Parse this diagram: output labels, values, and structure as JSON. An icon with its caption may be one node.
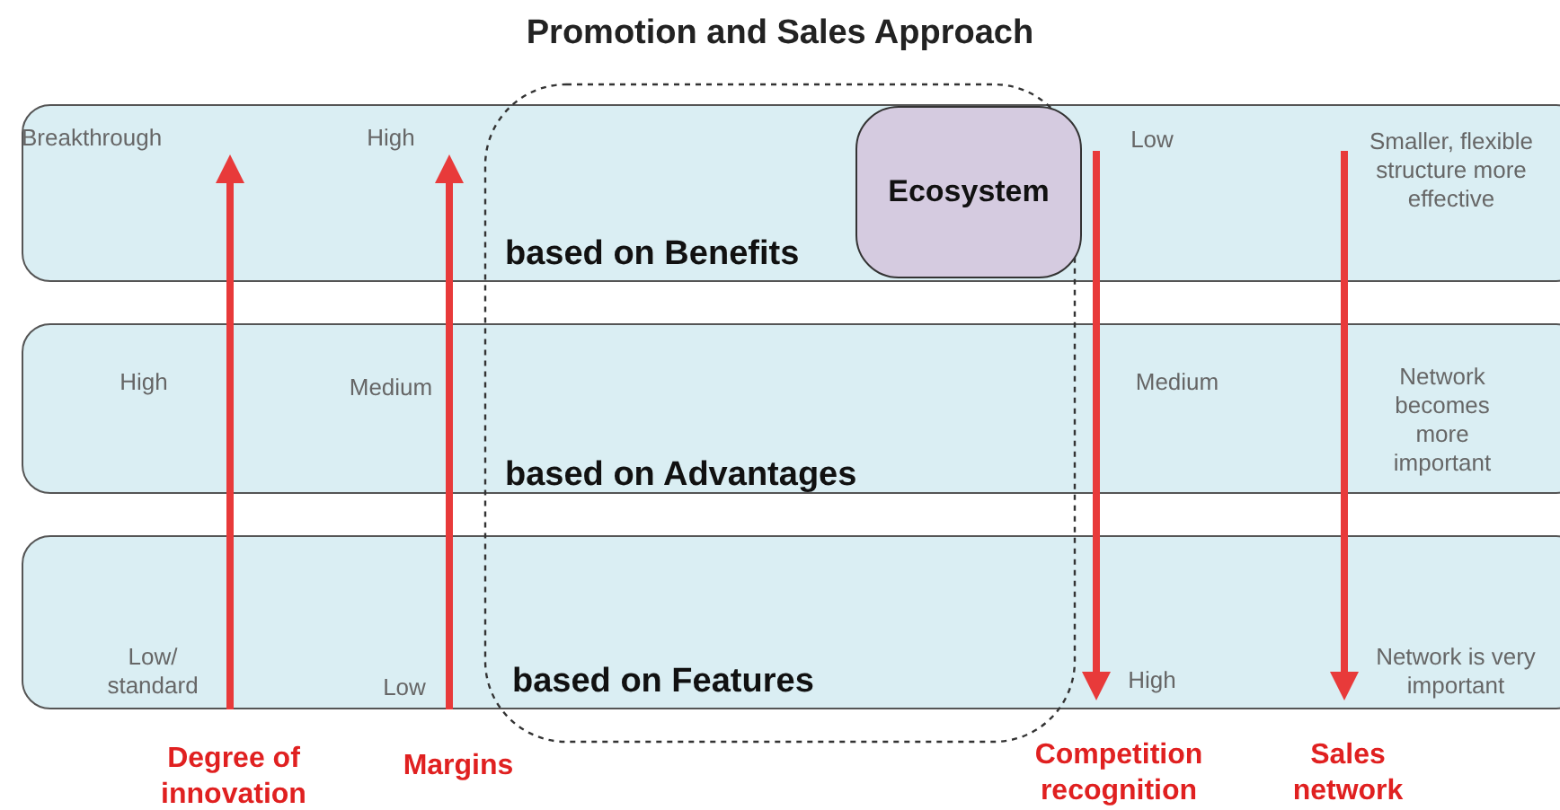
{
  "diagram": {
    "title": "Promotion and Sales Approach",
    "nodes": [
      {
        "text": [
          "based on Benefits"
        ]
      },
      {
        "text": [
          "based on Advantages"
        ]
      },
      {
        "text": [
          "based on Features"
        ]
      },
      {
        "text": [
          "Ecosystem"
        ],
        "in": 0
      }
    ],
    "edges": [],
    "labels": [
      "Breakthrough",
      "High",
      "Low",
      "Smaller, flexible structure more effective",
      "High",
      "Medium",
      "Medium",
      "Network becomes more important",
      "Low/ standard",
      "Low",
      "High",
      "Network is very important",
      "Degree of innovation",
      "Margins",
      "Competition recognition",
      "Sales network"
    ]
  }
}
